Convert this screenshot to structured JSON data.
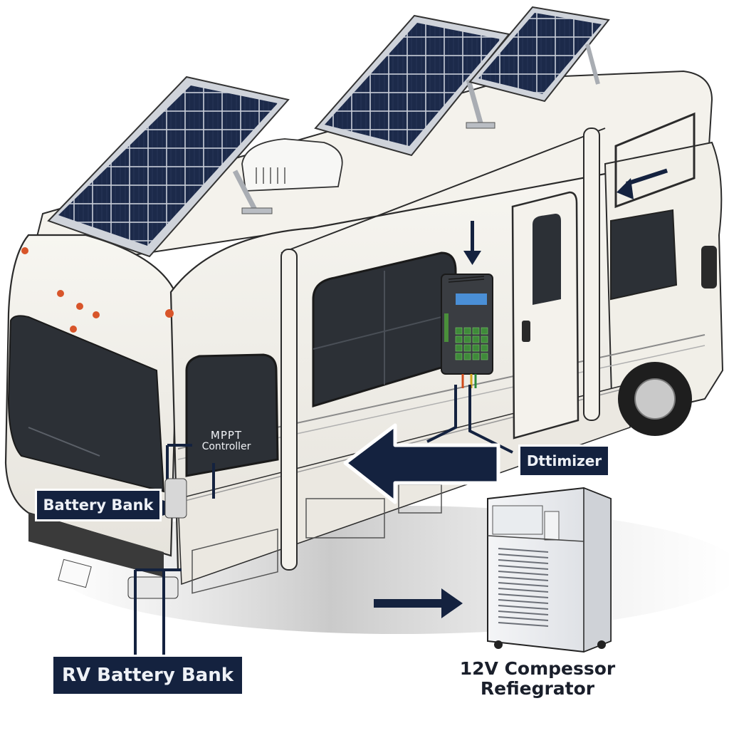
{
  "diagram": {
    "subject": "RV motorhome solar power system illustration",
    "colors": {
      "label_bg": "#14223f",
      "label_text": "#eef1f6",
      "body": "#f2f0ea",
      "outline": "#2b2b2b",
      "panel_cell": "#1c2a4a",
      "panel_frame": "#d9dce1",
      "window": "#2c3036",
      "marker_lights": "#d8552a"
    },
    "components": {
      "solar_panels": [
        "solar-panel-front",
        "solar-panel-middle",
        "solar-panel-rear"
      ],
      "roof_vent": "roof-ac-unit",
      "controller_device": "wall-mounted-charge-controller",
      "appliance": "portable-refrigerator"
    },
    "labels": {
      "mppt": {
        "line1": "MPPT",
        "line2": "Controller"
      },
      "battery_bank": "Battery Bank",
      "optimizer": "Dttimizer",
      "rv_battery_bank": "RV Battery Bank",
      "refrigerator": {
        "line1": "12V Compessor",
        "line2": "Refiegrator"
      }
    },
    "arrows": [
      {
        "name": "arrow-into-controller",
        "direction": "down"
      },
      {
        "name": "arrow-toward-cab",
        "direction": "left"
      },
      {
        "name": "large-arrow-left",
        "direction": "left"
      },
      {
        "name": "arrow-to-refrigerator",
        "direction": "right"
      },
      {
        "name": "arrow-battery-bank",
        "direction": "right"
      }
    ]
  }
}
